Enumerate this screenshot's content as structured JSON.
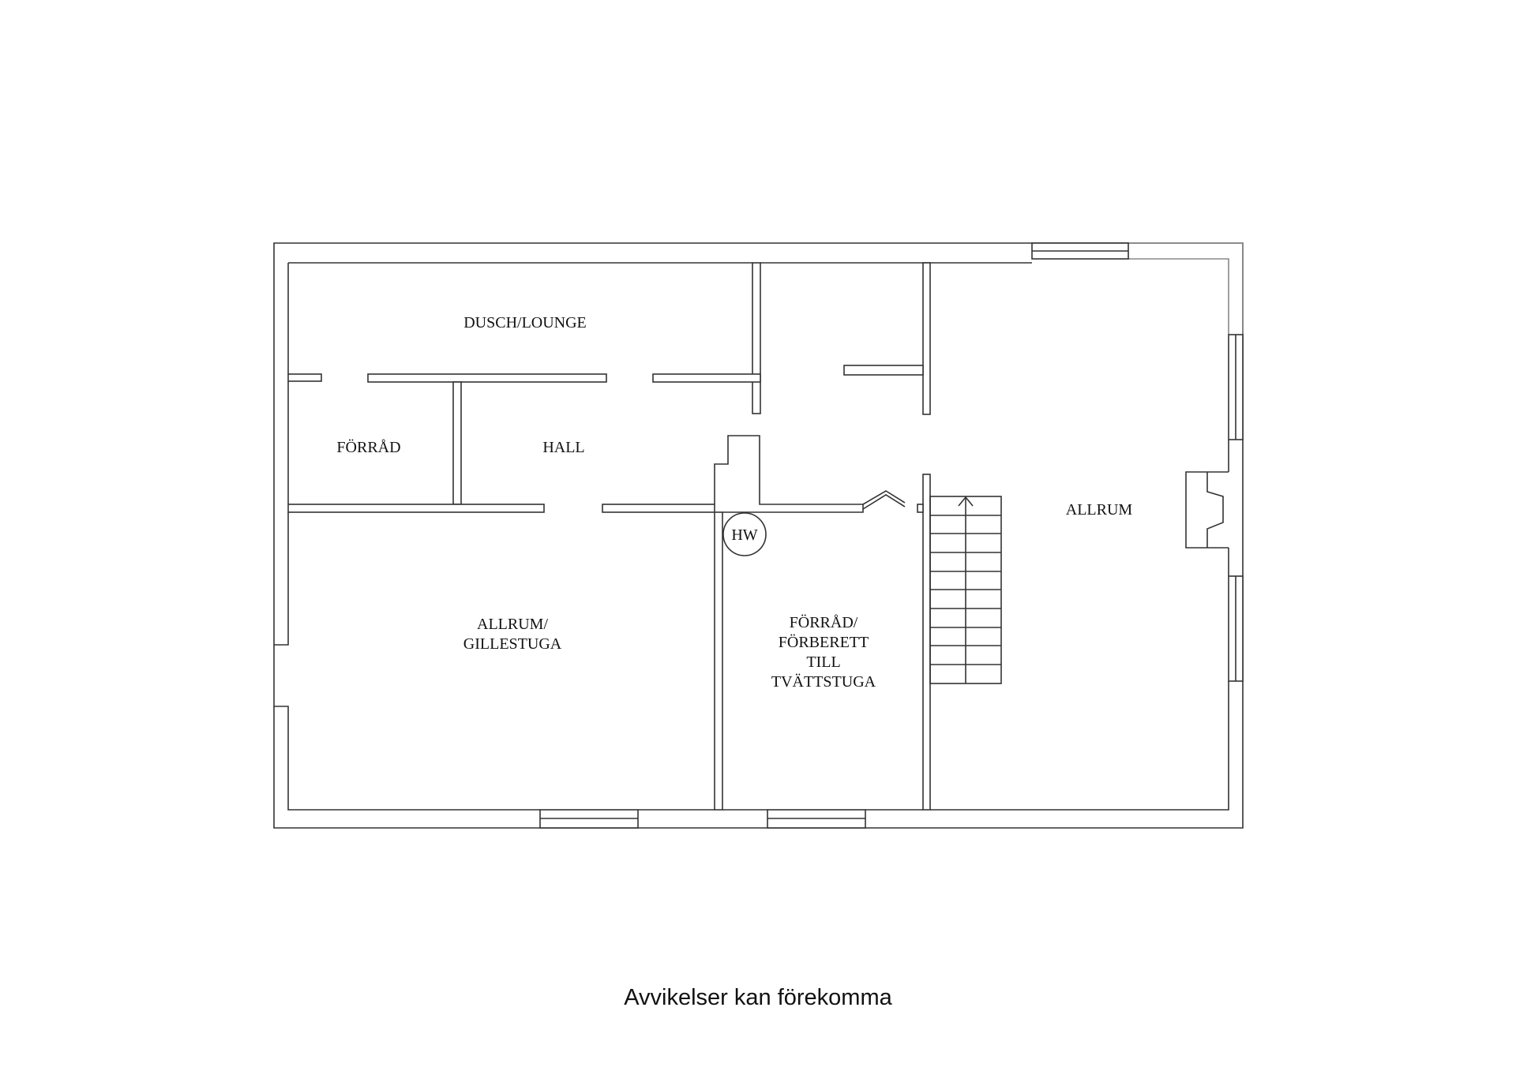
{
  "plan": {
    "rooms": [
      {
        "id": "dusch-lounge",
        "lines": [
          "DUSCH/LOUNGE"
        ]
      },
      {
        "id": "forrad",
        "lines": [
          "FÖRRÅD"
        ]
      },
      {
        "id": "hall",
        "lines": [
          "HALL"
        ]
      },
      {
        "id": "allrum-gillestuga",
        "lines": [
          "ALLRUM/",
          "GILLESTUGA"
        ]
      },
      {
        "id": "forrad-tvattstuga",
        "lines": [
          "FÖRRÅD/",
          "FÖRBERETT",
          "TILL",
          "TVÄTTSTUGA"
        ]
      },
      {
        "id": "allrum",
        "lines": [
          "ALLRUM"
        ]
      }
    ],
    "fixtures": {
      "water_heater_label": "HW",
      "stair_treads": 10
    }
  },
  "footer": {
    "disclaimer": "Avvikelser kan förekomma"
  }
}
